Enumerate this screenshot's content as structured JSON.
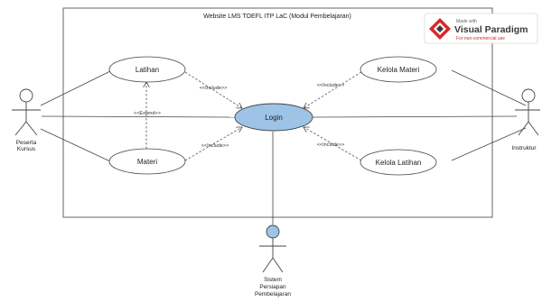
{
  "system": {
    "title": "Website LMS TOEFL ITP LaC (Modul Pembelajaran)"
  },
  "watermark": {
    "line1": "Made with",
    "brand": "Visual Paradigm",
    "line3": "For non-commercial use",
    "logo_icon": "visual-paradigm-logo"
  },
  "use_cases": {
    "latihan": "Latihan",
    "materi": "Materi",
    "login": "Login",
    "kelola_materi": "Kelola Materi",
    "kelola_latihan": "Kelola Latihan"
  },
  "actors": {
    "peserta": [
      "Peserta",
      "Kursus"
    ],
    "instruktur": [
      "Instruktur"
    ],
    "sistem": [
      "Sistem",
      "Persiapan",
      "Pembelajaran"
    ]
  },
  "relations": {
    "include": "<<Include>>",
    "extend": "<<Extend>>"
  },
  "colors": {
    "login_fill": "#9dc3e6",
    "sistem_head_fill": "#9dc3e6",
    "stroke": "#444444",
    "watermark_red": "#d9262c",
    "watermark_dark": "#3a3a3a"
  }
}
